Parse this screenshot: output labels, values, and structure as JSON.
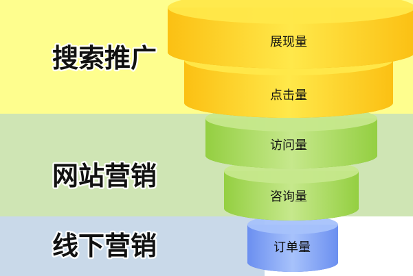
{
  "stages": [
    {
      "label": "搜索推广",
      "color": "#fefe8e"
    },
    {
      "label": "网站营销",
      "color": "#cfe5b4"
    },
    {
      "label": "线下营销",
      "color": "#c9d9e9"
    }
  ],
  "tiers": [
    {
      "label": "展现量",
      "colors": {
        "body": "#fbc013",
        "light": "#ffe84a",
        "dark": "#e8a208"
      }
    },
    {
      "label": "点击量",
      "colors": {
        "body": "#fbc013",
        "light": "#ffe84a",
        "dark": "#e8a208"
      }
    },
    {
      "label": "访问量",
      "colors": {
        "body": "#94cf41",
        "light": "#c6e88c",
        "dark": "#77b12a"
      }
    },
    {
      "label": "咨询量",
      "colors": {
        "body": "#94cf41",
        "light": "#c6e88c",
        "dark": "#77b12a"
      }
    },
    {
      "label": "订单量",
      "colors": {
        "body": "#6b8ff0",
        "light": "#a7c2fb",
        "dark": "#4766d3"
      }
    }
  ]
}
